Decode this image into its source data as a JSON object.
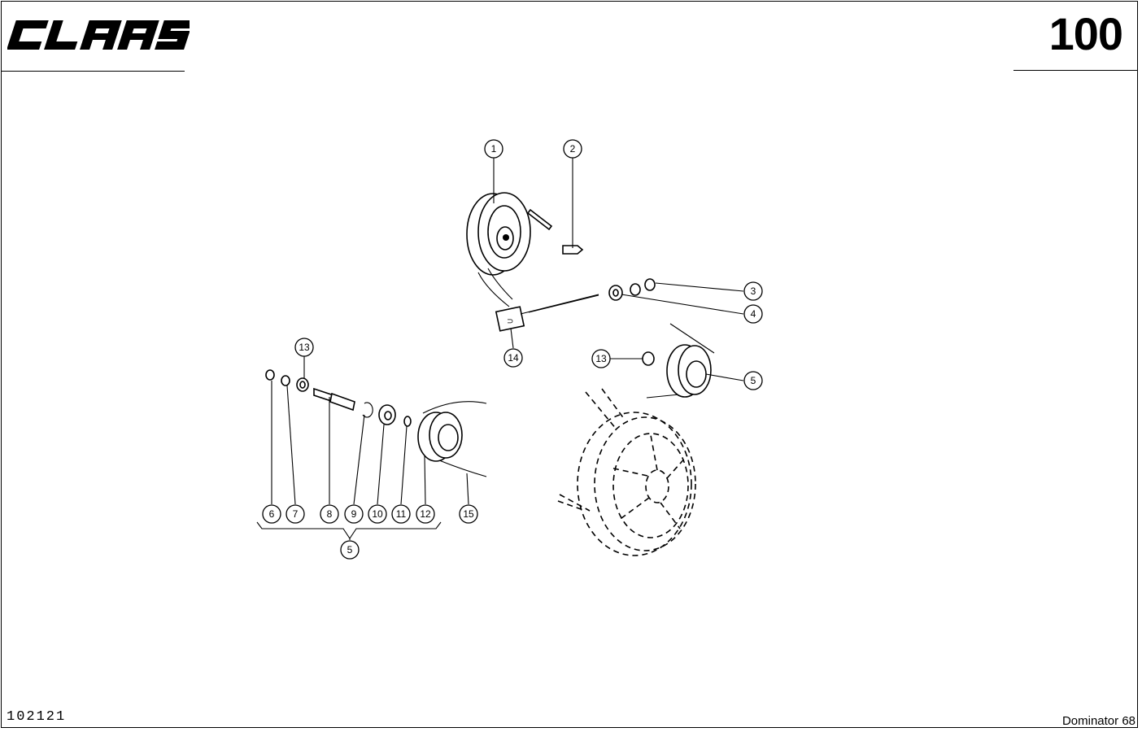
{
  "header": {
    "brand_logo_text": "CLAAS",
    "page_number": "100"
  },
  "footer": {
    "document_code": "102121",
    "model_name": "Dominator 68"
  },
  "callouts": [
    "1",
    "2",
    "3",
    "4",
    "5",
    "6",
    "7",
    "8",
    "9",
    "10",
    "11",
    "12",
    "13",
    "14",
    "15"
  ]
}
